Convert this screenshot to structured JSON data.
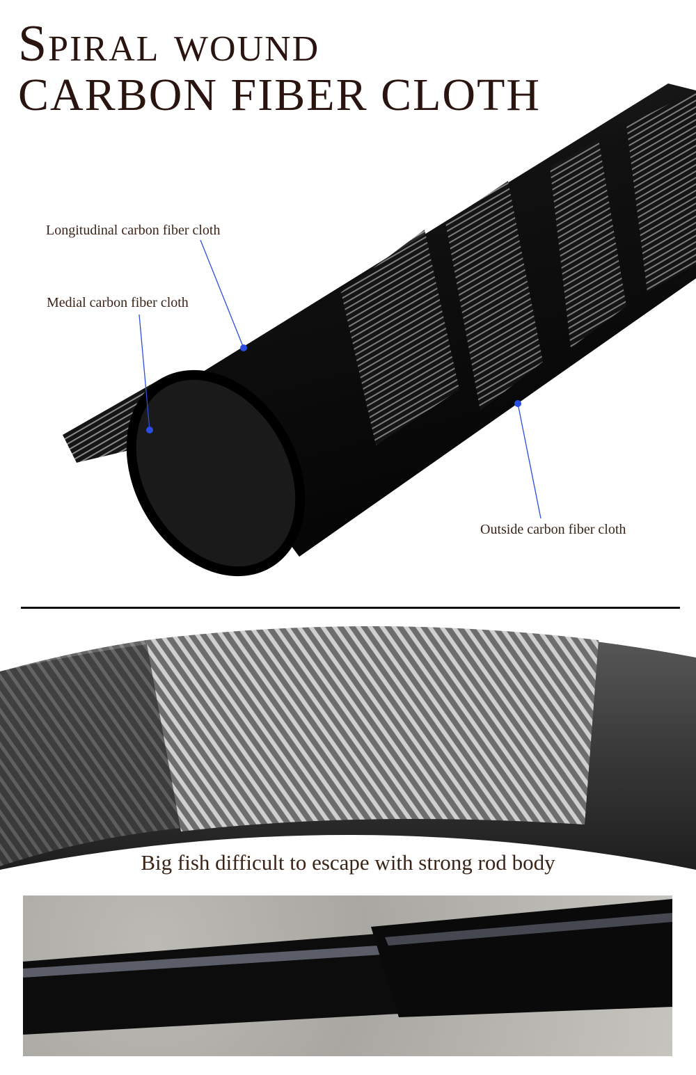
{
  "title": {
    "line1": "Spiral wound",
    "line2": "CARBON FIBER CLOTH"
  },
  "labels": {
    "longitudinal": "Longitudinal carbon fiber cloth",
    "medial": "Medial carbon fiber cloth",
    "outside": "Outside carbon fiber cloth"
  },
  "caption": "Big fish difficult to escape with strong rod body",
  "colors": {
    "title": "#2a1410",
    "pointer": "#2a4ee0",
    "divider": "#111111"
  }
}
